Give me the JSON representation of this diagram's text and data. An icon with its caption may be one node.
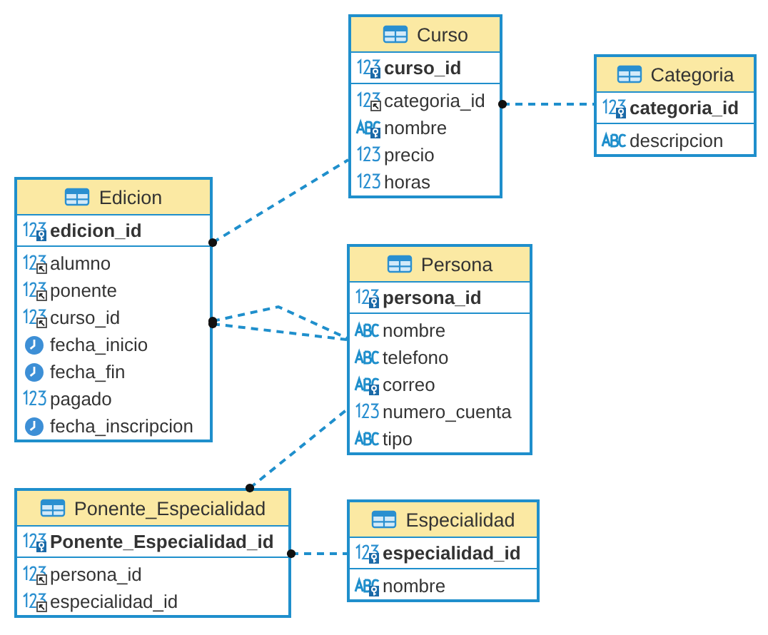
{
  "diagram": {
    "nodes": [
      {
        "text": [
          "Curso",
          "curso_id",
          "categoria_id",
          "nombre",
          "precio",
          "horas"
        ]
      },
      {
        "text": [
          "Categoria",
          "categoria_id",
          "descripcion"
        ]
      },
      {
        "text": [
          "Edicion",
          "edicion_id",
          "alumno",
          "ponente",
          "curso_id",
          "fecha_inicio",
          "fecha_fin",
          "pagado",
          "fecha_inscripcion"
        ]
      },
      {
        "text": [
          "Persona",
          "persona_id",
          "nombre",
          "telefono",
          "correo",
          "numero_cuenta",
          "tipo"
        ]
      },
      {
        "text": [
          "Ponente_Especialidad",
          "Ponente_Especialidad_id",
          "persona_id",
          "especialidad_id"
        ]
      },
      {
        "text": [
          "Especialidad",
          "especialidad_id",
          "nombre"
        ]
      }
    ],
    "edges": [
      {
        "from": 0,
        "to": 1,
        "arrow": "other",
        "style": "dashed"
      },
      {
        "from": 2,
        "to": 0,
        "arrow": "other",
        "style": "dashed"
      },
      {
        "from": 2,
        "to": 3,
        "arrow": "other",
        "style": "dashed"
      },
      {
        "from": 2,
        "to": 3,
        "arrow": "other",
        "style": "dashed"
      },
      {
        "from": 4,
        "to": 3,
        "arrow": "other",
        "style": "dashed"
      },
      {
        "from": 4,
        "to": 5,
        "arrow": "other",
        "style": "dashed"
      }
    ]
  }
}
